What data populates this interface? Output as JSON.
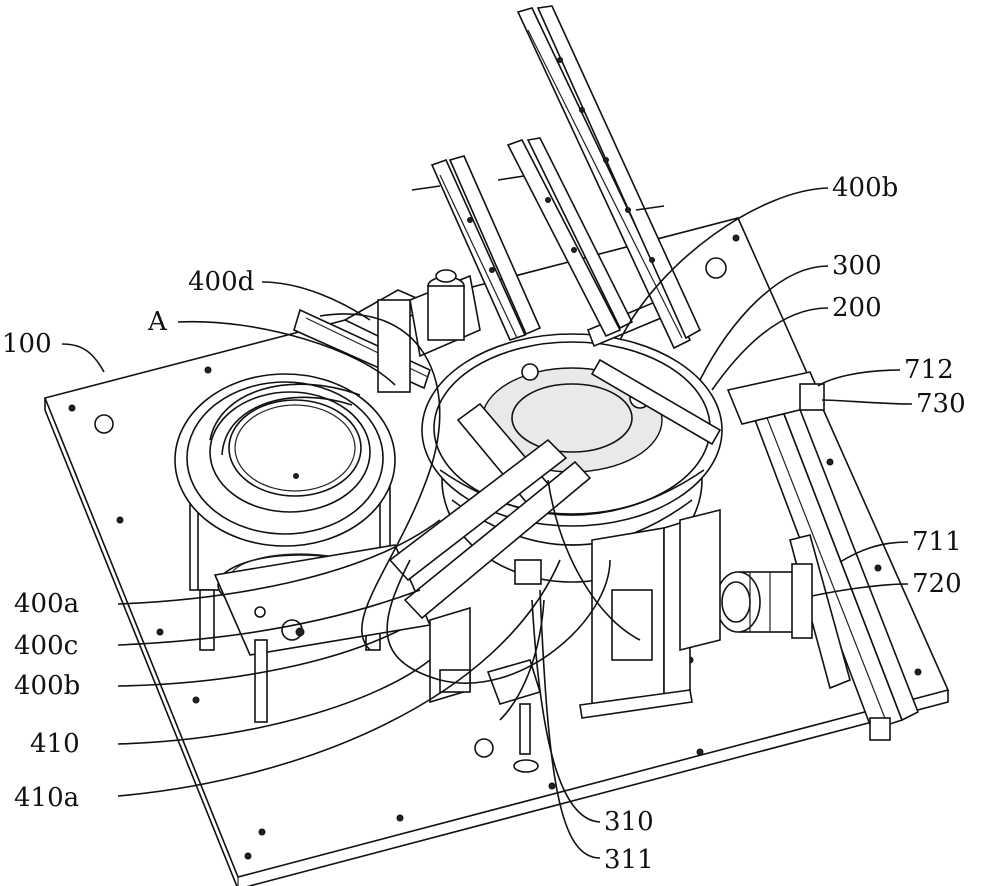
{
  "labels": {
    "l100": "100",
    "lA": "A",
    "l400d": "400d",
    "l400b_top": "400b",
    "l300": "300",
    "l200": "200",
    "l712": "712",
    "l730": "730",
    "l711": "711",
    "l720": "720",
    "l400a": "400a",
    "l400c": "400c",
    "l400b_bottom": "400b",
    "l410": "410",
    "l410a": "410a",
    "l310": "310",
    "l311": "311"
  }
}
